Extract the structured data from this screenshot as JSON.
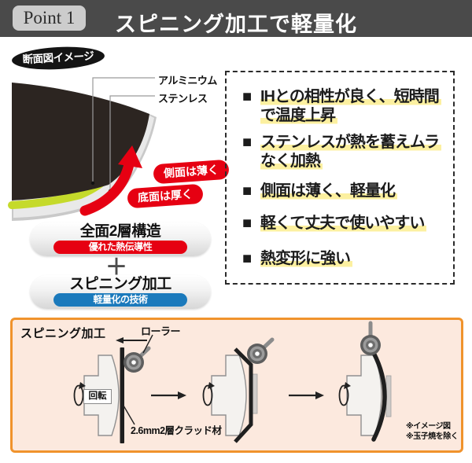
{
  "header": {
    "point_label": "Point 1",
    "title": "スピニング加工で軽量化"
  },
  "cross_section": {
    "badge": "断面図イメージ",
    "label_aluminum": "アルミニウム",
    "label_stainless": "ステンレス",
    "badge_side": "側面は薄く",
    "badge_bottom": "底面は厚く"
  },
  "structure": {
    "pill1_title": "全面2層構造",
    "pill1_sub": "優れた熱伝導性",
    "plus": "＋",
    "pill2_title": "スピニング加工",
    "pill2_sub": "軽量化の技術"
  },
  "features": {
    "bullet": "■",
    "items": [
      {
        "lines": [
          "IHとの相性が良く、短時間",
          "で温度上昇"
        ]
      },
      {
        "lines": [
          "ステンレスが熱を蓄えムラ",
          "なく加熱"
        ]
      },
      {
        "lines": [
          "側面は薄く、軽量化"
        ]
      },
      {
        "lines": [
          "軽くて丈夫で使いやすい"
        ]
      },
      {
        "lines": [
          "熱変形に強い"
        ]
      }
    ]
  },
  "spinning": {
    "title": "スピニング加工",
    "label_roller": "ローラー",
    "label_rotation": "回転",
    "label_material": "2.6mm2層クラッド材",
    "note1": "※イメージ図",
    "note2": "※玉子焼を除く"
  },
  "colors": {
    "accent_red": "#e60012",
    "accent_blue": "#1b7abc",
    "aluminum_green": "#c5da2b",
    "header_gray": "#4a4a4a",
    "highlight_yellow": "#fcf0a0",
    "orange_border": "#f0932c"
  }
}
